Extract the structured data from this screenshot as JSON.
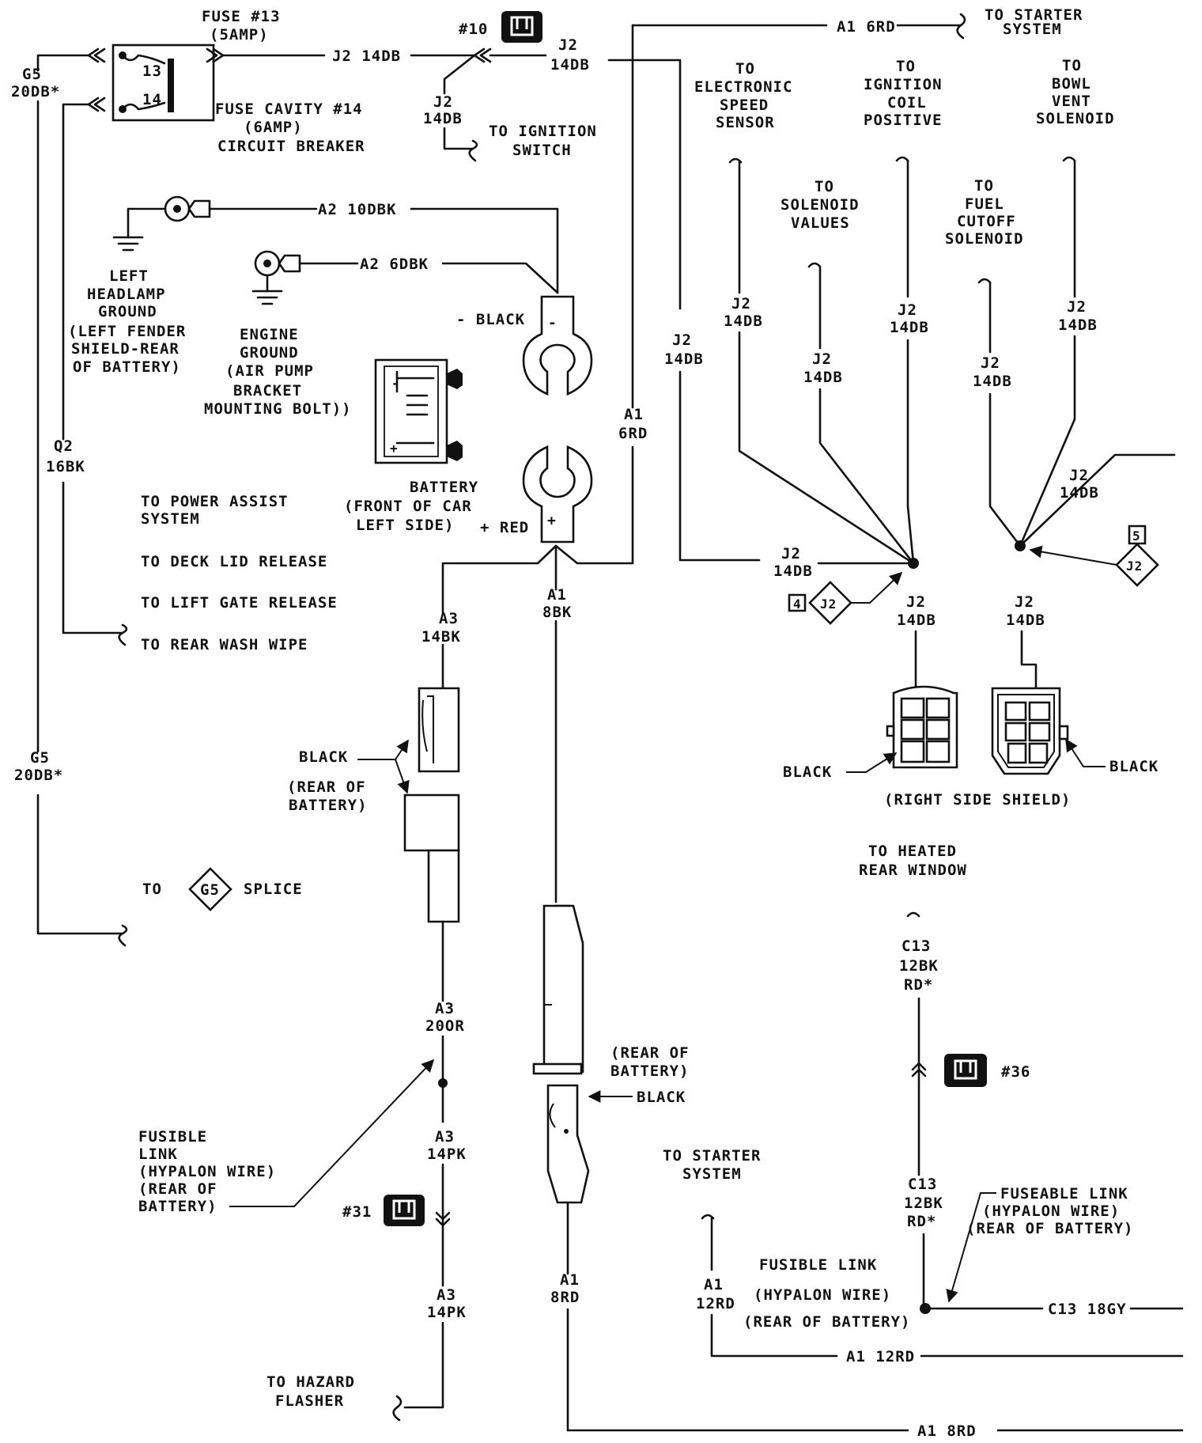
{
  "fuse_block": {
    "fuse13_title": "FUSE #13",
    "fuse13_rating": "(5AMP)",
    "pin_13": "13",
    "pin_14": "14",
    "cavity14_line1": "FUSE CAVITY #14",
    "cavity14_line2": "(6AMP)",
    "cavity14_line3": "CIRCUIT BREAKER"
  },
  "wires": {
    "g5_top_1": "G5",
    "g5_top_2": "20DB*",
    "g5_mid_1": "G5",
    "g5_mid_2": "20DB*",
    "j2_top": "J2 14DB",
    "j2_conn_1": "J2",
    "j2_conn_2": "14DB",
    "j2_branch_1": "J2",
    "j2_branch_2": "14DB",
    "a1_top": "A1 6RD",
    "a2_10": "A2 10DBK",
    "a2_6": "A2 6DBK",
    "q2_1": "Q2",
    "q2_2": "16BK",
    "a1_right_1": "A1",
    "a1_right_2": "6RD",
    "j2_long_1": "J2",
    "j2_long_2": "14DB",
    "j2_ess_1": "J2",
    "j2_ess_2": "14DB",
    "j2_sol_1": "J2",
    "j2_sol_2": "14DB",
    "j2_coil_1": "J2",
    "j2_coil_2": "14DB",
    "j2_fuel_1": "J2",
    "j2_fuel_2": "14DB",
    "j2_bowl_1": "J2",
    "j2_bowl_2": "14DB",
    "j2_rt_1": "J2",
    "j2_rt_2": "14DB",
    "j2_h_1": "J2",
    "j2_h_2": "14DB",
    "j2_s1_1": "J2",
    "j2_s1_2": "14DB",
    "j2_s2_1": "J2",
    "j2_s2_2": "14DB",
    "a3_top_1": "A3",
    "a3_top_2": "14BK",
    "a1_8bk_1": "A1",
    "a1_8bk_2": "8BK",
    "a3_20_1": "A3",
    "a3_20_2": "20OR",
    "a3_14a_1": "A3",
    "a3_14a_2": "14PK",
    "a3_14b_1": "A3",
    "a3_14b_2": "14PK",
    "a1_8rd_1": "A1",
    "a1_8rd_2": "8RD",
    "a1_12_1": "A1",
    "a1_12_2": "12RD",
    "a1_12_h": "A1 12RD",
    "a1_8rd_h": "A1 8RD",
    "c13_top_1": "C13",
    "c13_top_2": "12BK",
    "c13_top_3": "RD*",
    "c13_bot_1": "C13",
    "c13_bot_2": "12BK",
    "c13_bot_3": "RD*",
    "c13_18": "C13 18GY"
  },
  "connectors": {
    "c10": "#10",
    "c31": "#31",
    "c36": "#36"
  },
  "splices": {
    "j2_4_num": "4",
    "j2_4_name": "J2",
    "j2_5_num": "5",
    "j2_5_name": "J2",
    "g5_name": "G5"
  },
  "destinations": {
    "starter_top_1": "TO STARTER",
    "starter_top_2": "SYSTEM",
    "ignition_1": "TO IGNITION",
    "ignition_2": "SWITCH",
    "ess_1": "TO",
    "ess_2": "ELECTRONIC",
    "ess_3": "SPEED",
    "ess_4": "SENSOR",
    "coil_1": "TO",
    "coil_2": "IGNITION",
    "coil_3": "COIL",
    "coil_4": "POSITIVE",
    "bowl_1": "TO",
    "bowl_2": "BOWL",
    "bowl_3": "VENT",
    "bowl_4": "SOLENOID",
    "solv_1": "TO",
    "solv_2": "SOLENOID",
    "solv_3": "VALUES",
    "fuel_1": "TO",
    "fuel_2": "FUEL",
    "fuel_3": "CUTOFF",
    "fuel_4": "SOLENOID",
    "power_assist_1": "TO POWER ASSIST",
    "power_assist_2": "SYSTEM",
    "deck_lid": "TO DECK LID RELEASE",
    "lift_gate": "TO LIFT GATE RELEASE",
    "rear_wash": "TO REAR WASH WIPE",
    "g5_to": "TO",
    "g5_splice": "SPLICE",
    "heated_1": "TO HEATED",
    "heated_2": "REAR WINDOW",
    "starter_bot_1": "TO STARTER",
    "starter_bot_2": "SYSTEM",
    "hazard_1": "TO HAZARD",
    "hazard_2": "FLASHER"
  },
  "labels": {
    "lh_ground_1": "LEFT",
    "lh_ground_2": "HEADLAMP",
    "lh_ground_3": "GROUND",
    "lh_ground_4": "(LEFT FENDER",
    "lh_ground_5": "SHIELD-REAR",
    "lh_ground_6": "OF BATTERY)",
    "eng_ground_1": "ENGINE",
    "eng_ground_2": "GROUND",
    "eng_ground_3": "(AIR PUMP",
    "eng_ground_4": "BRACKET",
    "eng_ground_5": "MOUNTING BOLT))",
    "battery_1": "BATTERY",
    "battery_2": "(FRONT OF CAR",
    "battery_3": "LEFT SIDE)",
    "neg_black": "- BLACK",
    "pos_red": "+ RED",
    "black_1": "BLACK",
    "rear_batt_1a": "(REAR OF",
    "rear_batt_1b": "BATTERY)",
    "rear_batt_2a": "(REAR OF",
    "rear_batt_2b": "BATTERY)",
    "black_2": "BLACK",
    "black_left": "BLACK",
    "black_right": "BLACK",
    "right_shield": "(RIGHT SIDE SHIELD)",
    "fl_left_1": "FUSIBLE",
    "fl_left_2": "LINK",
    "fl_left_3": "(HYPALON WIRE)",
    "fl_left_4": "(REAR OF",
    "fl_left_5": "BATTERY)",
    "fl_mid_1": "FUSIBLE LINK",
    "fl_mid_2": "(HYPALON WIRE)",
    "fl_mid_3": "(REAR OF BATTERY)",
    "fl_right_1": "FUSEABLE LINK",
    "fl_right_2": "(HYPALON WIRE)",
    "fl_right_3": "(REAR OF BATTERY)"
  }
}
